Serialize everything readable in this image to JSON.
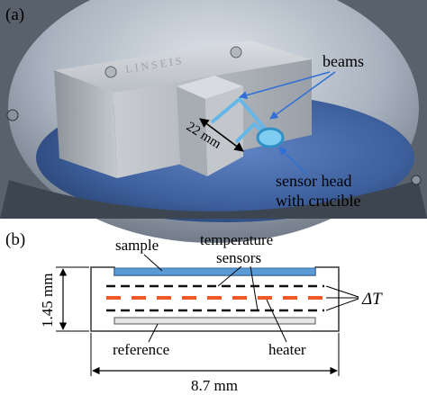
{
  "panel_a": {
    "label": "(a)",
    "callouts": {
      "beams": "beams",
      "dimension": "22 mm",
      "sensor_head_line1": "sensor head",
      "sensor_head_line2": "with crucible"
    },
    "engraving": "LINSEIS"
  },
  "panel_b": {
    "label": "(b)",
    "labels": {
      "sample": "sample",
      "temperature_line1": "temperature",
      "temperature_line2": "sensors",
      "delta_t": "ΔT",
      "height": "1.45 mm",
      "reference": "reference",
      "heater": "heater",
      "width": "8.7 mm"
    }
  },
  "colors": {
    "sample": "#5b9bd5",
    "heater": "#f05a28",
    "sensor": "#111111",
    "outline": "#333333",
    "photo_blue": "#3d5f9c"
  }
}
